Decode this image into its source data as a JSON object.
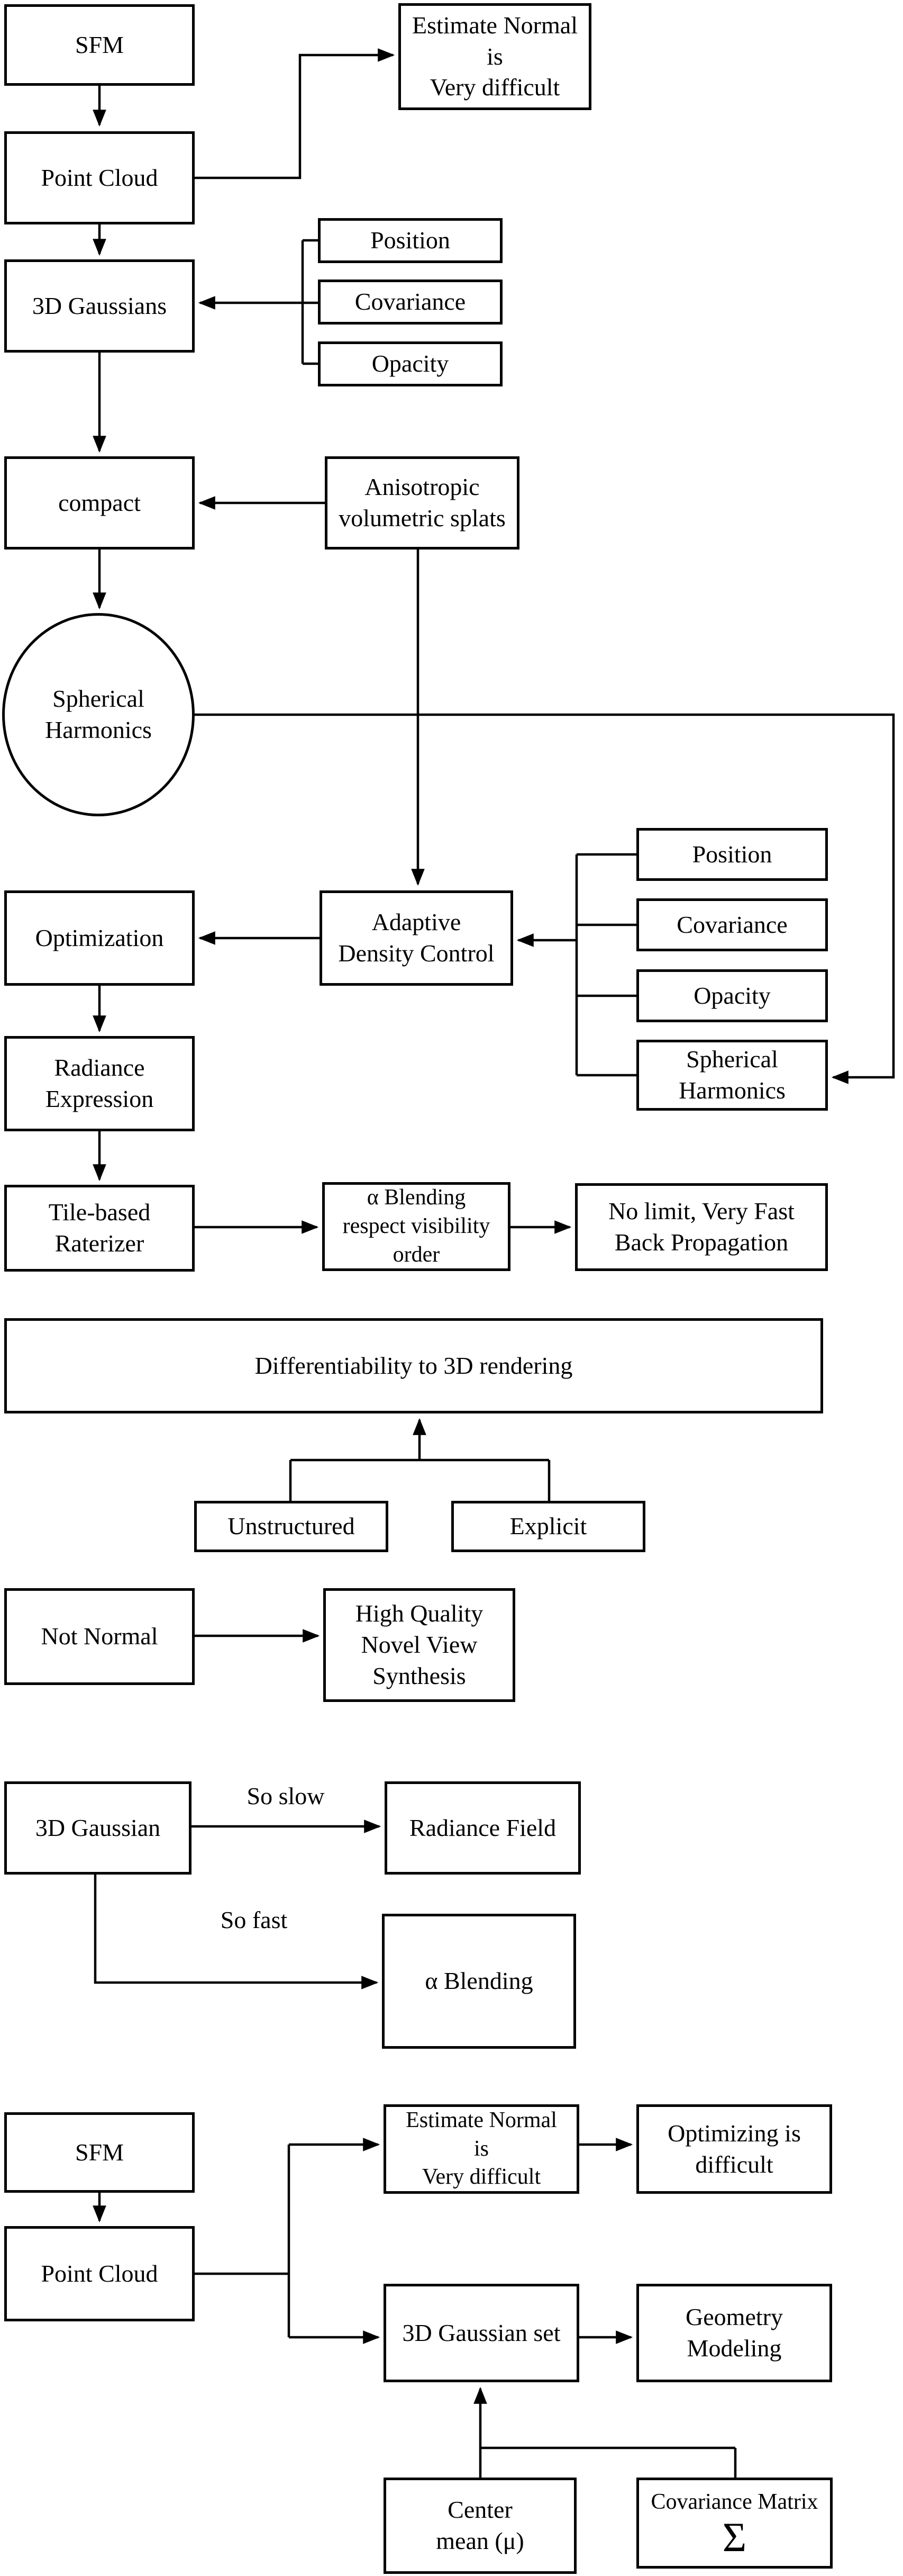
{
  "diagram": {
    "title": "3D Gaussian Splatting flowchart",
    "background_color": "#ffffff",
    "line_color": "#000000",
    "node_fill": "#ffffff"
  },
  "nodes": {
    "s1_sfm": {
      "label": "SFM"
    },
    "s1_point_cloud": {
      "label": "Point Cloud"
    },
    "s1_3d_gaussians": {
      "label": "3D Gaussians"
    },
    "s1_estimate_normal": {
      "label": "Estimate Normal\nis\nVery difficult"
    },
    "s1_position": {
      "label": "Position"
    },
    "s1_covariance": {
      "label": "Covariance"
    },
    "s1_opacity": {
      "label": "Opacity"
    },
    "s1_compact": {
      "label": "compact"
    },
    "s1_anisotropic": {
      "label": "Anisotropic\nvolumetric splats"
    },
    "s1_spherical_harmonics": {
      "label": "Spherical\nHarmonics"
    },
    "s2_optimization": {
      "label": "Optimization"
    },
    "s2_adaptive_density_control": {
      "label": "Adaptive\nDensity Control"
    },
    "s2_position": {
      "label": "Position"
    },
    "s2_covariance": {
      "label": "Covariance"
    },
    "s2_opacity": {
      "label": "Opacity"
    },
    "s2_spherical_harmonics": {
      "label": "Spherical\nHarmonics"
    },
    "s2_radiance_expression": {
      "label": "Radiance\nExpression"
    },
    "s2_tile_based_raterizer": {
      "label": "Tile-based\nRaterizer"
    },
    "s2_alpha_blending": {
      "label": "α Blending\nrespect visibility\norder"
    },
    "s2_no_limit": {
      "label": "No limit, Very Fast\nBack Propagation"
    },
    "s3_differentiability": {
      "label": "Differentiability to 3D rendering"
    },
    "s3_unstructured": {
      "label": "Unstructured"
    },
    "s3_explicit": {
      "label": "Explicit"
    },
    "s4_not_normal": {
      "label": "Not Normal"
    },
    "s4_high_quality": {
      "label": "High Quality\nNovel View\nSynthesis"
    },
    "s5_3d_gaussian": {
      "label": "3D Gaussian"
    },
    "s5_radiance_field": {
      "label": "Radiance Field"
    },
    "s5_alpha_blending": {
      "label": "α Blending"
    },
    "s6_sfm": {
      "label": "SFM"
    },
    "s6_point_cloud": {
      "label": "Point Cloud"
    },
    "s6_estimate_normal": {
      "label": "Estimate Normal\nis\nVery difficult"
    },
    "s6_optimizing_difficult": {
      "label": "Optimizing is\ndifficult"
    },
    "s6_3d_gaussian_set": {
      "label": "3D Gaussian set"
    },
    "s6_geometry_modeling": {
      "label": "Geometry\nModeling"
    },
    "s6_center_mean": {
      "label": "Center\nmean (μ)"
    },
    "s6_covariance_matrix": {
      "label": "Covariance Matrix",
      "symbol": "Σ"
    }
  },
  "edge_labels": {
    "so_slow": "So slow",
    "so_fast": "So fast"
  }
}
